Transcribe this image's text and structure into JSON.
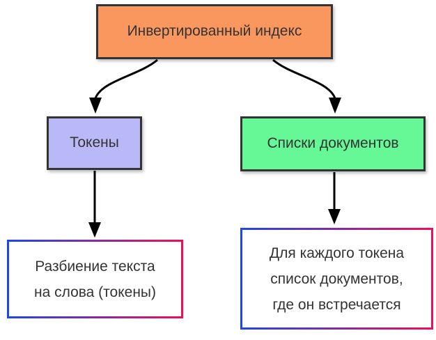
{
  "colors": {
    "root_fill": "#f9975f",
    "tokens_fill": "#b9b9f7",
    "doclists_fill": "#66f896",
    "node_border": "#333333",
    "arrow": "#000000",
    "gradient_start": "#1c46ee",
    "gradient_end": "#ee0e57",
    "text": "#333333",
    "page_bg": "#ffffff"
  },
  "nodes": {
    "root": {
      "label": "Инвертированный индекс"
    },
    "tokens": {
      "label": "Токены"
    },
    "doclists": {
      "label": "Списки документов"
    },
    "tokens_desc": {
      "line1": "Разбиение текста",
      "line2": "на слова (токены)"
    },
    "doclists_desc": {
      "line1": "Для каждого токена",
      "line2": "список документов,",
      "line3": "где он встречается"
    }
  },
  "edges": [
    {
      "from": "Инвертированный индекс",
      "to": "Токены"
    },
    {
      "from": "Инвертированный индекс",
      "to": "Списки документов"
    },
    {
      "from": "Токены",
      "to": "Разбиение текста на слова (токены)"
    },
    {
      "from": "Списки документов",
      "to": "Для каждого токена список документов, где он встречается"
    }
  ]
}
